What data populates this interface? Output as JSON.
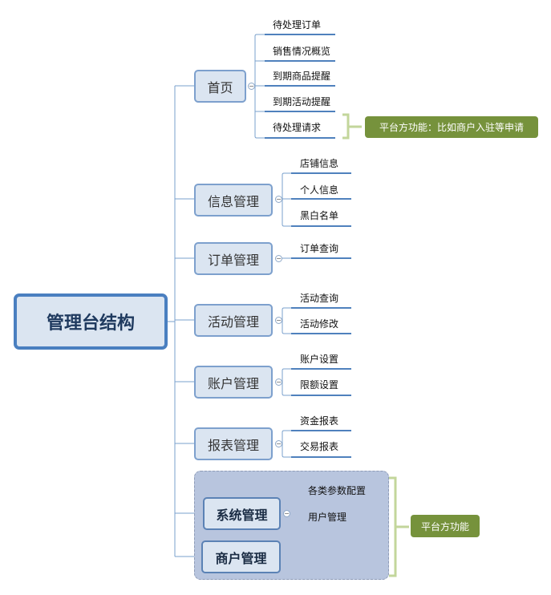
{
  "root": {
    "label": "管理台结构"
  },
  "branches": [
    {
      "label": "首页",
      "children": [
        "待处理订单",
        "销售情况概览",
        "到期商品提醒",
        "到期活动提醒",
        "待处理请求"
      ]
    },
    {
      "label": "信息管理",
      "children": [
        "店铺信息",
        "个人信息",
        "黑白名单"
      ]
    },
    {
      "label": "订单管理",
      "children": [
        "订单查询"
      ]
    },
    {
      "label": "活动管理",
      "children": [
        "活动查询",
        "活动修改"
      ]
    },
    {
      "label": "账户管理",
      "children": [
        "账户设置",
        "限额设置"
      ]
    },
    {
      "label": "报表管理",
      "children": [
        "资金报表",
        "交易报表"
      ]
    },
    {
      "label": "系统管理",
      "children": [
        "各类参数配置",
        "用户管理"
      ]
    },
    {
      "label": "商户管理",
      "children": []
    }
  ],
  "callouts": {
    "requests_note": "平台方功能：比如商户入驻等申请",
    "platform_note": "平台方功能"
  },
  "colors": {
    "node_fill": "#dbe5f1",
    "node_border": "#7da0cd",
    "connector": "#4f81bd",
    "bracket": "#c3d69b",
    "callout_fill": "#76923c",
    "group_fill": "#b8c5de"
  }
}
